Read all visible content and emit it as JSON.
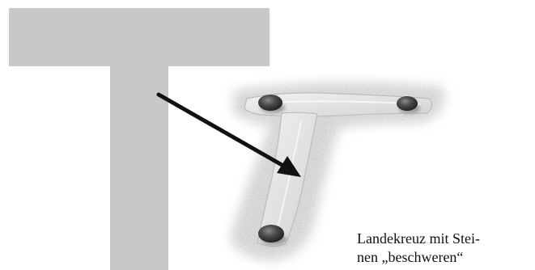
{
  "caption": {
    "line1": "Landekreuz mit Stei-",
    "line2": "nen „beschweren“"
  },
  "colors": {
    "big_letter": "#c8c8c8",
    "cloth": "#e4e4e4",
    "stone": "#3a3a3a",
    "arrow": "#111111",
    "caption_text": "#111111"
  },
  "icons": {
    "big_letter": "letter-t",
    "landing_cross": "t-shaped-landing-cross",
    "stones": "stone",
    "pointer": "arrow"
  }
}
